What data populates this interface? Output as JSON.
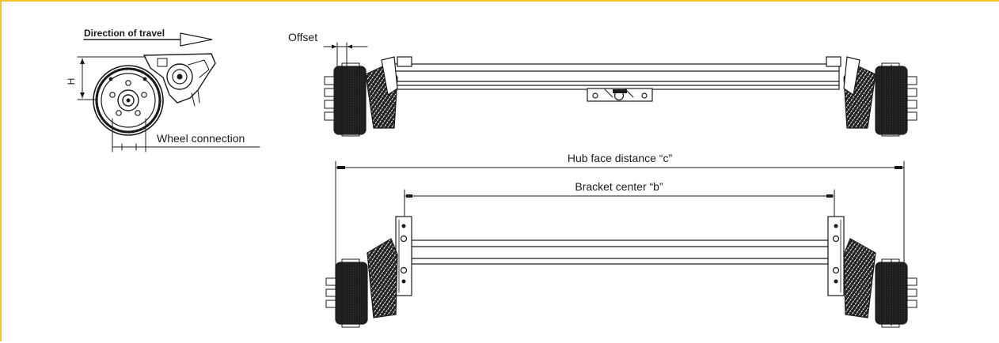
{
  "labels": {
    "direction_of_travel": "Direction of travel",
    "height_symbol": "H",
    "wheel_connection": "Wheel connection",
    "offset": "Offset",
    "hub_face_distance": "Hub face distance “c”",
    "bracket_center": "Bracket center “b”"
  },
  "colors": {
    "frame_accent": "#f2c230",
    "line": "#1a1a1a",
    "background": "#ffffff"
  }
}
